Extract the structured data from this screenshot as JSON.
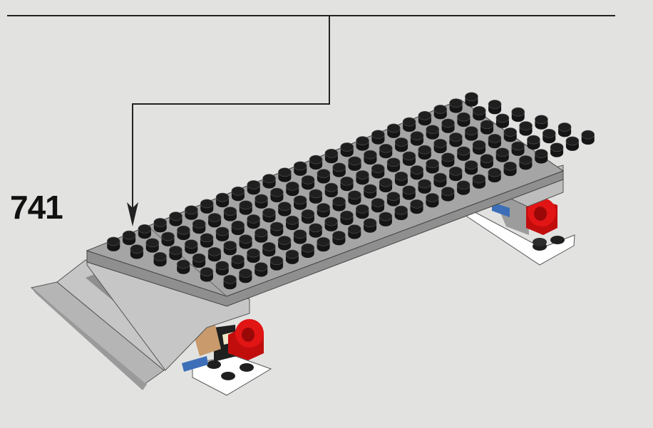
{
  "step": {
    "number": "741"
  },
  "colors": {
    "background": "#e2e2e1",
    "plate_top": "#a5a5a5",
    "stud": "#1f1f1f",
    "red_part": "#d01010",
    "white_part": "#ffffff",
    "blue_part": "#3c6fb8",
    "tan_part": "#c89a6c"
  },
  "assembly": {
    "plate_rows": 6,
    "plate_cols": 24,
    "icons": [
      "callout-line",
      "arrow-down-icon"
    ]
  }
}
